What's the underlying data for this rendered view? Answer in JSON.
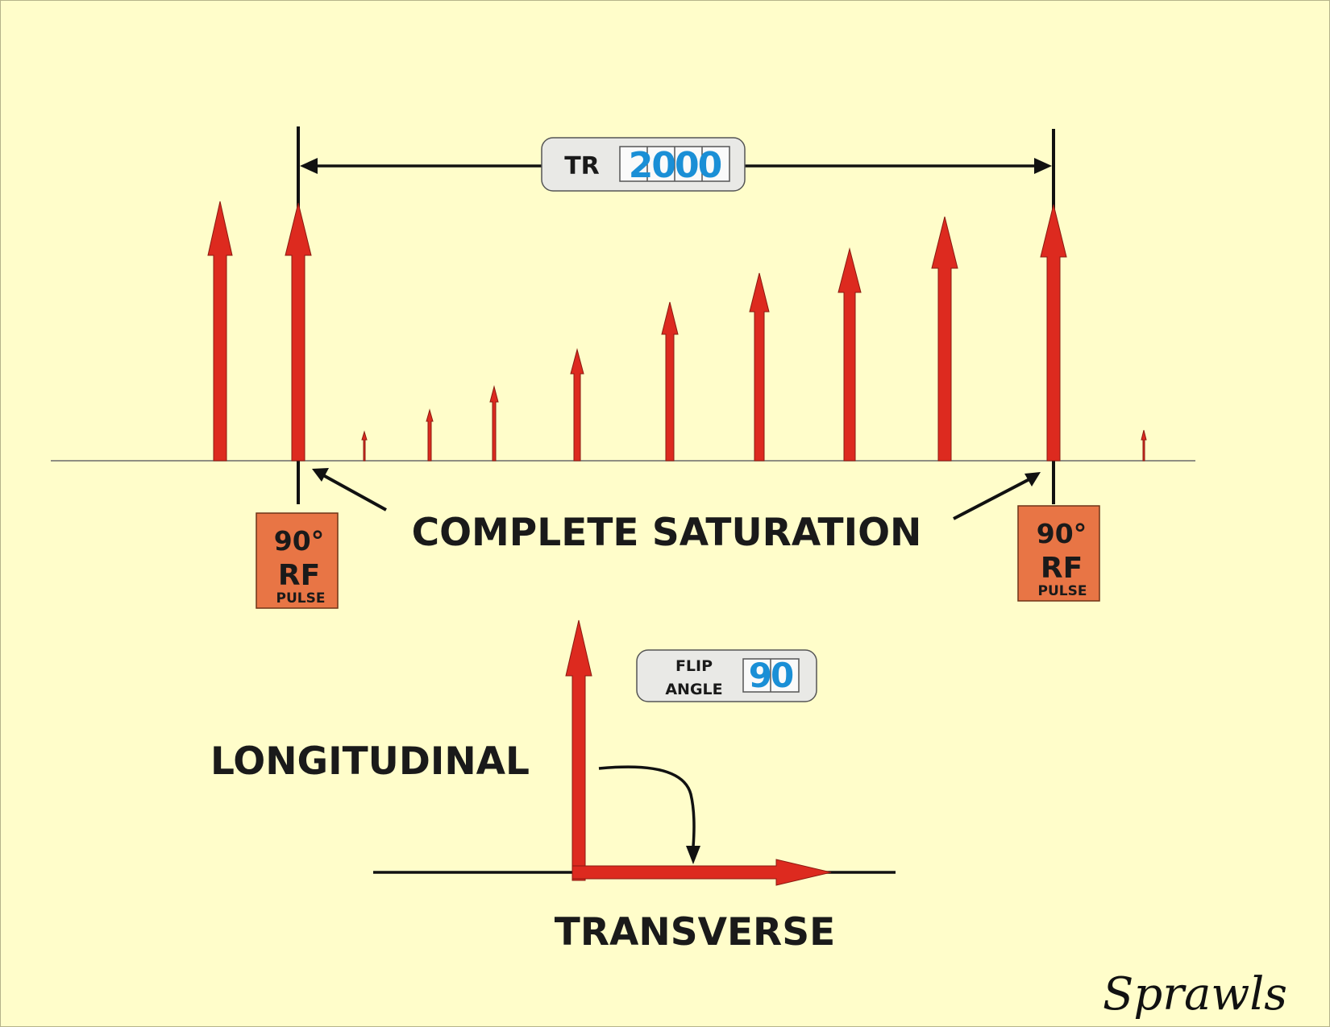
{
  "tr": {
    "label": "TR",
    "value": "2000"
  },
  "saturation_label": "COMPLETE SATURATION",
  "rf_pulse_left": {
    "line1": "90°",
    "line2": "RF",
    "line3": "PULSE"
  },
  "rf_pulse_right": {
    "line1": "90°",
    "line2": "RF",
    "line3": "PULSE"
  },
  "flip_angle": {
    "line1": "FLIP",
    "line2": "ANGLE",
    "value": "90"
  },
  "longitudinal_label": "LONGITUDINAL",
  "transverse_label": "TRANSVERSE",
  "signature": "Sprawls",
  "colors": {
    "background": "#fffdca",
    "arrow_red": "#dd2a1f",
    "pulse_box": "#e87545",
    "digit_blue": "#1a8fd6",
    "badge_fill": "#e9e9e6"
  },
  "magnetization_arrows": [
    {
      "id": "full-before",
      "relative_magnitude": 1.0
    },
    {
      "id": "full-at-pulse",
      "relative_magnitude": 1.0
    },
    {
      "id": "recovery-1",
      "relative_magnitude": 0.1
    },
    {
      "id": "recovery-2",
      "relative_magnitude": 0.2
    },
    {
      "id": "recovery-3",
      "relative_magnitude": 0.3
    },
    {
      "id": "recovery-4",
      "relative_magnitude": 0.45
    },
    {
      "id": "recovery-5",
      "relative_magnitude": 0.6
    },
    {
      "id": "recovery-6",
      "relative_magnitude": 0.72
    },
    {
      "id": "recovery-7",
      "relative_magnitude": 0.8
    },
    {
      "id": "recovery-8",
      "relative_magnitude": 0.9
    },
    {
      "id": "full-at-next-pulse",
      "relative_magnitude": 1.0
    },
    {
      "id": "after-saturation",
      "relative_magnitude": 0.1
    }
  ]
}
